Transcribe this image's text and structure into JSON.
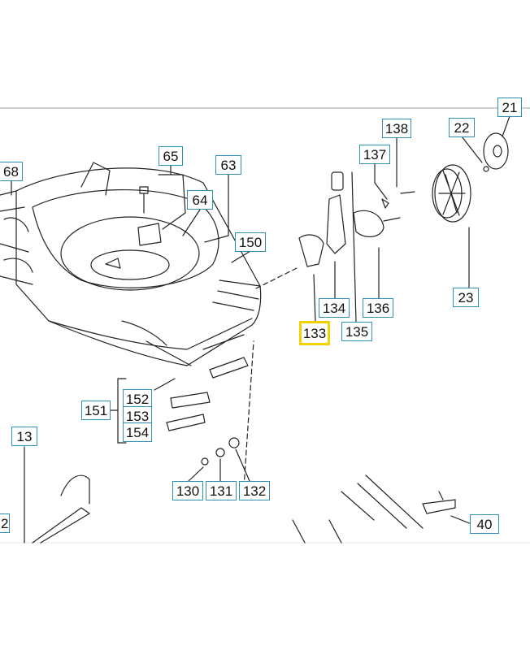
{
  "parts": [
    {
      "id": "p68",
      "label": "68"
    },
    {
      "id": "p65",
      "label": "65"
    },
    {
      "id": "p63",
      "label": "63"
    },
    {
      "id": "p64",
      "label": "64"
    },
    {
      "id": "p150",
      "label": "150"
    },
    {
      "id": "p138",
      "label": "138"
    },
    {
      "id": "p22",
      "label": "22"
    },
    {
      "id": "p21",
      "label": "21"
    },
    {
      "id": "p137",
      "label": "137"
    },
    {
      "id": "p134",
      "label": "134"
    },
    {
      "id": "p136",
      "label": "136"
    },
    {
      "id": "p23",
      "label": "23"
    },
    {
      "id": "p133",
      "label": "133",
      "highlighted": true
    },
    {
      "id": "p135",
      "label": "135"
    },
    {
      "id": "p151",
      "label": "151"
    },
    {
      "id": "p152",
      "label": "152"
    },
    {
      "id": "p153",
      "label": "153"
    },
    {
      "id": "p154",
      "label": "154"
    },
    {
      "id": "p13",
      "label": "13"
    },
    {
      "id": "p130",
      "label": "130"
    },
    {
      "id": "p131",
      "label": "131"
    },
    {
      "id": "p132",
      "label": "132"
    },
    {
      "id": "p40",
      "label": "40"
    },
    {
      "id": "p2",
      "label": "2"
    }
  ],
  "colors": {
    "label_border": "#2c8fb5",
    "highlight": "#f2d100",
    "line": "#222222"
  }
}
